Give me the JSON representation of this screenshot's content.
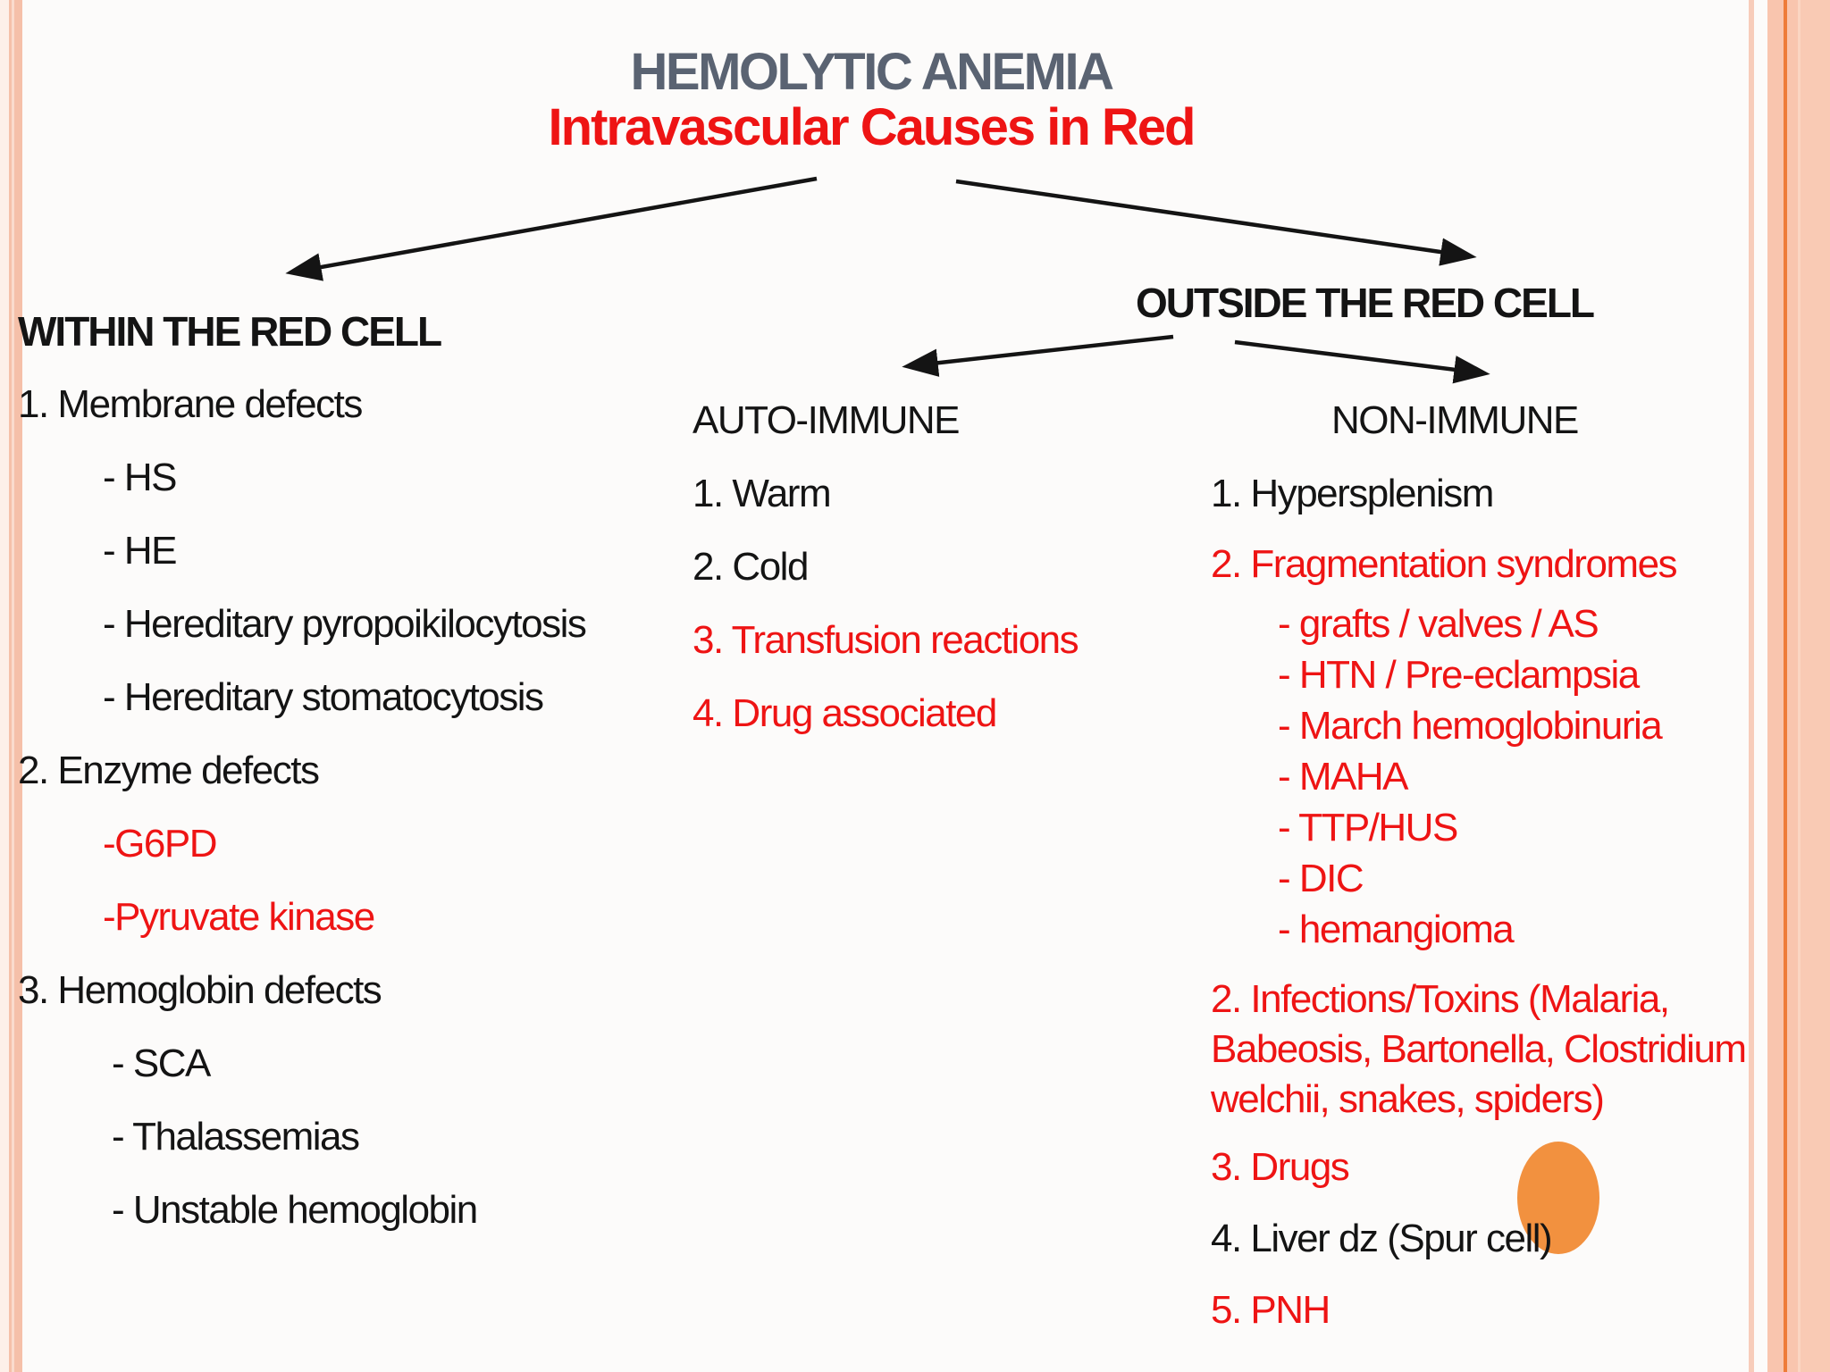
{
  "title": {
    "line1": "HEMOLYTIC ANEMIA",
    "line2": "Intravascular Causes in Red"
  },
  "branches": {
    "left_heading": "WITHIN THE RED CELL",
    "right_heading": "OUTSIDE THE RED CELL"
  },
  "columns": {
    "left": {
      "items": [
        {
          "text": "WITHIN THE RED CELL",
          "cls": "head",
          "name": "heading-within-red-cell"
        },
        {
          "text": "1. Membrane defects",
          "cls": ""
        },
        {
          "text": "- HS",
          "cls": "ind"
        },
        {
          "text": "- HE",
          "cls": "ind"
        },
        {
          "text": "- Hereditary pyropoikilocytosis",
          "cls": "ind"
        },
        {
          "text": "- Hereditary stomatocytosis",
          "cls": "ind"
        },
        {
          "text": "2. Enzyme defects",
          "cls": ""
        },
        {
          "text": "-G6PD",
          "cls": "ind red"
        },
        {
          "text": "-Pyruvate kinase",
          "cls": "ind red"
        },
        {
          "text": "3. Hemoglobin defects",
          "cls": ""
        },
        {
          "text": "- SCA",
          "cls": "ind2"
        },
        {
          "text": "- Thalassemias",
          "cls": "ind2"
        },
        {
          "text": "- Unstable hemoglobin",
          "cls": "ind2"
        }
      ]
    },
    "middle": {
      "items": [
        {
          "text": "AUTO-IMMUNE",
          "cls": "",
          "name": "heading-auto-immune"
        },
        {
          "text": "1. Warm",
          "cls": ""
        },
        {
          "text": "2. Cold",
          "cls": ""
        },
        {
          "text": "3. Transfusion reactions",
          "cls": "red"
        },
        {
          "text": "4. Drug associated",
          "cls": "red"
        }
      ]
    },
    "right": {
      "items": [
        {
          "text": "NON-IMMUNE",
          "cls": "indent-head",
          "name": "heading-non-immune"
        },
        {
          "text": "1. Hypersplenism",
          "cls": ""
        },
        {
          "text": "2. Fragmentation syndromes",
          "cls": "red h76"
        },
        {
          "text": "- grafts / valves / AS",
          "cls": "sub red"
        },
        {
          "text": "- HTN / Pre-eclampsia",
          "cls": "sub red"
        },
        {
          "text": "- March hemoglobinuria",
          "cls": "sub red"
        },
        {
          "text": "- MAHA",
          "cls": "sub red"
        },
        {
          "text": "- TTP/HUS",
          "cls": "sub red"
        },
        {
          "text": "- DIC",
          "cls": "sub red"
        },
        {
          "text": "- hemangioma",
          "cls": "sub red"
        },
        {
          "text": "2. Infections/Toxins (Malaria,",
          "cls": "para red mt22"
        },
        {
          "text": "Babeosis, Bartonella, Clostridium",
          "cls": "para red"
        },
        {
          "text": "welchii, snakes, spiders)",
          "cls": "para red"
        },
        {
          "text": "3. Drugs",
          "cls": "para red mt20"
        },
        {
          "text": "4. Liver dz (Spur cell)",
          "cls": "para mt24"
        },
        {
          "text": "5. PNH",
          "cls": "para red mt24"
        }
      ]
    }
  },
  "colors": {
    "title_gray": "#5a6372",
    "red": "#ee1414",
    "black": "#141414",
    "border_salmon": "#f5c0a9",
    "border_orange_line": "#ee7c39",
    "circle_orange": "#f2913f",
    "background": "#fcfbfa"
  },
  "decorations": {
    "circle": "orange-circle"
  }
}
